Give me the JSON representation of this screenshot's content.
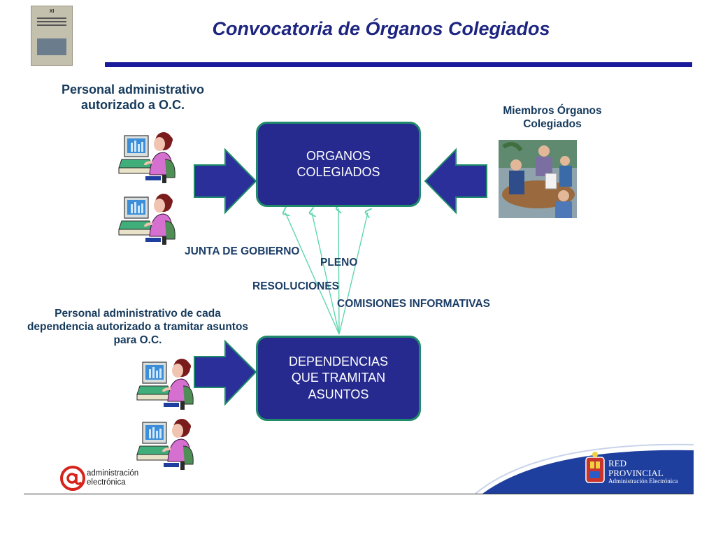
{
  "header": {
    "title": "Convocatoria de Órganos Colegiados",
    "cover_label": "XI"
  },
  "diagram": {
    "admin_heading": "Personal administrativo\nautorizado a O.C.",
    "members_heading": "Miembros Órganos\nColegiados",
    "dependencias_heading": "Personal administrativo de cada\ndependencia autorizado a tramitar asuntos\npara O.C.",
    "organos_box": [
      "ORGANOS",
      "COLEGIADOS"
    ],
    "dependencias_box": [
      "DEPENDENCIAS",
      "QUE TRAMITAN",
      "ASUNTOS"
    ],
    "flow_labels": {
      "junta": "JUNTA DE GOBIERNO",
      "pleno": "PLENO",
      "resoluciones": "RESOLUCIONES",
      "comisiones": "COMISIONES INFORMATIVAS"
    }
  },
  "footer": {
    "left_logo_line1": "administración",
    "left_logo_line2": "electrónica",
    "right_logo_line1": "RED",
    "right_logo_line2": "PROVINCIAL",
    "right_logo_line3": "Administración Electrónica"
  },
  "colors": {
    "title": "#1d2580",
    "rule": "#1a1a9c",
    "box_fill": "#262a8f",
    "box_border": "#1f8b6a",
    "arrow": "#2a2f9a",
    "thin_arrow": "#5fd6b0",
    "label": "#1b3d66"
  },
  "icons": {
    "worker": "woman-at-computer-icon",
    "meeting": "meeting-illustration",
    "logo_left": "at-sign-logo",
    "logo_right": "coat-of-arms-icon"
  }
}
